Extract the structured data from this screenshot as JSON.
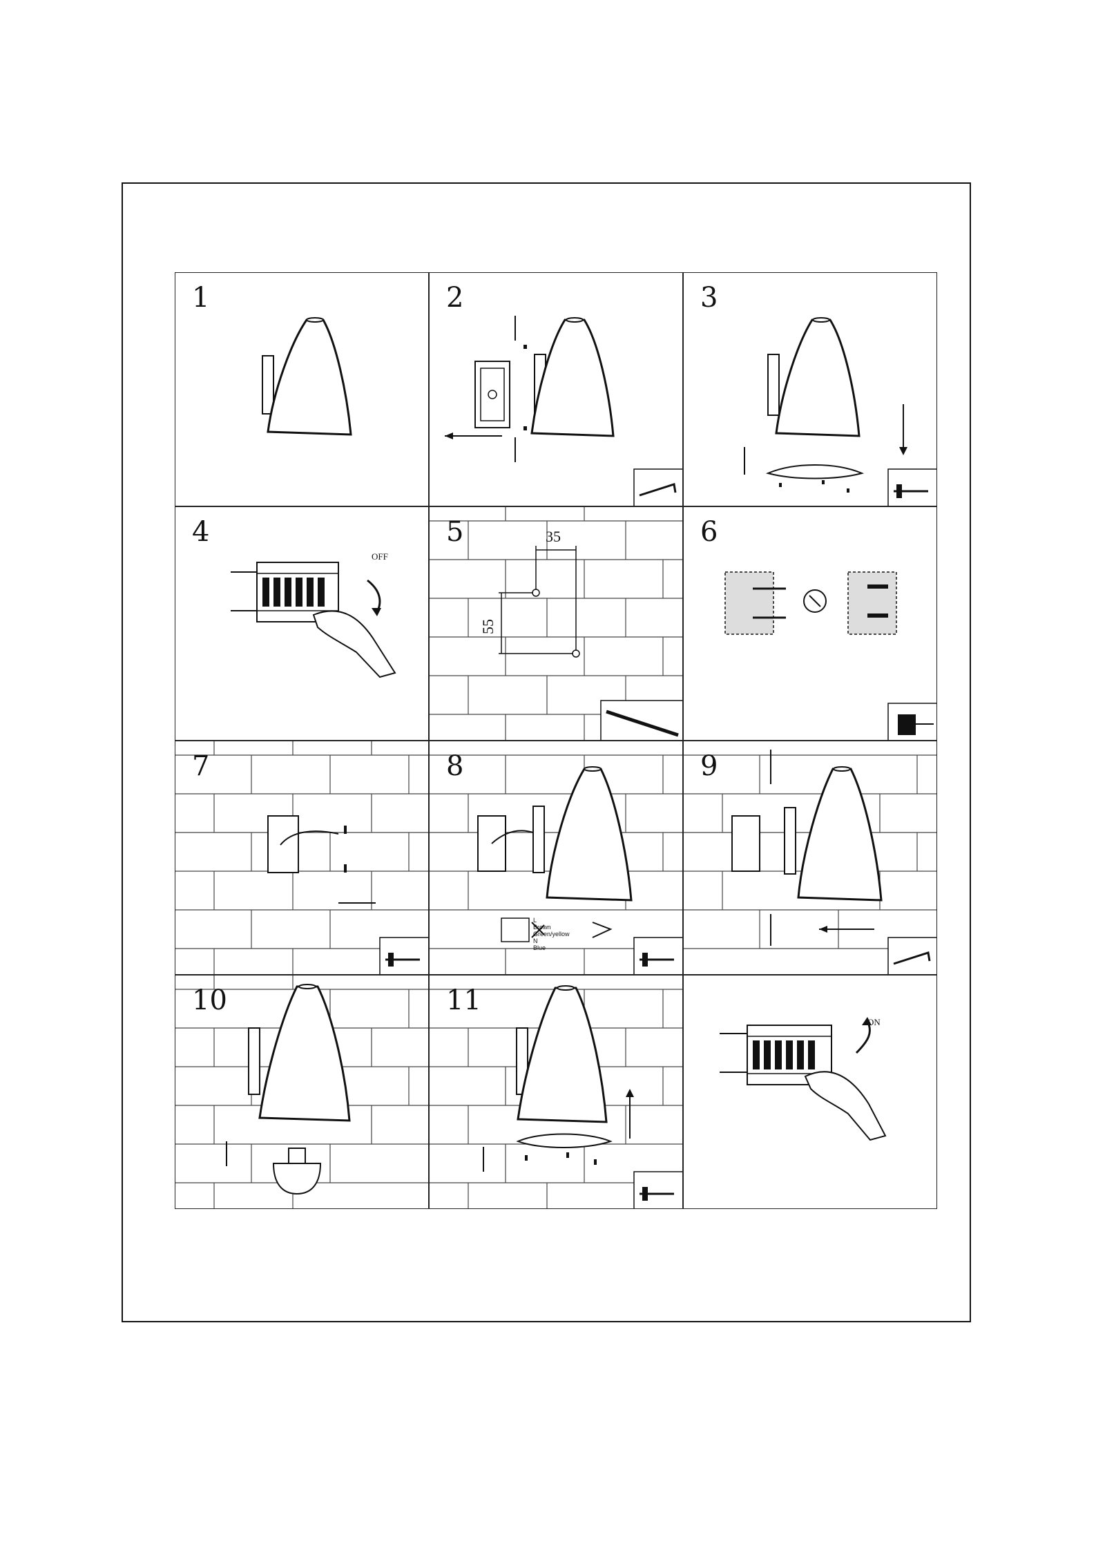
{
  "steps": [
    {
      "number": "1"
    },
    {
      "number": "2"
    },
    {
      "number": "3"
    },
    {
      "number": "4",
      "switch_label": "OFF"
    },
    {
      "number": "5",
      "dim_horizontal": "35",
      "dim_vertical": "55"
    },
    {
      "number": "6"
    },
    {
      "number": "7"
    },
    {
      "number": "8",
      "wires": [
        "L",
        "Brown",
        "Green/yellow",
        "N",
        "Blue"
      ]
    },
    {
      "number": "9"
    },
    {
      "number": "10"
    },
    {
      "number": "11"
    },
    {
      "number": "",
      "switch_label": "ON"
    }
  ],
  "icons": {
    "hex_key": "hex-key-icon",
    "screwdriver": "screwdriver-icon",
    "pencil": "pencil-icon",
    "drill": "drill-icon"
  },
  "colors": {
    "ink": "#111111",
    "paper": "#ffffff"
  }
}
